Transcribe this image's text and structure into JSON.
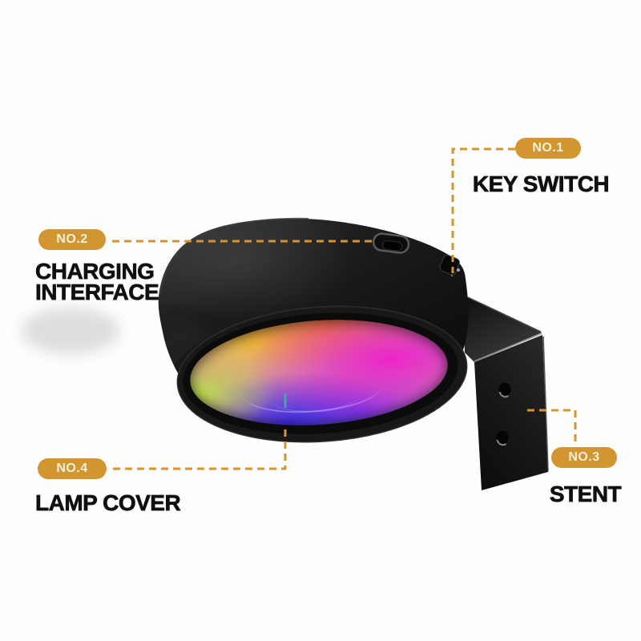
{
  "diagram": {
    "description": "Round black rechargeable RGB lamp with color lamp cover, mounted on an L-shaped wall bracket, with four numbered part callouts",
    "background": "#fefefe"
  },
  "colors": {
    "accent": "#d2952f",
    "badge_text": "#f8f1de",
    "label_text": "#101010",
    "lamp_body": "#151515",
    "cover_tip_dash": "#4fa0b2",
    "cover_gradient": [
      "#f27a2c",
      "#f5d238",
      "#bee346",
      "#ee20cc",
      "#3829e6",
      "#8a35ef"
    ]
  },
  "callouts": [
    {
      "id": "no1",
      "badge": "NO.1",
      "label": "KEY SWITCH"
    },
    {
      "id": "no2",
      "badge": "NO.2",
      "label": "CHARGING INTERFACE"
    },
    {
      "id": "no3",
      "badge": "NO.3",
      "label": "STENT"
    },
    {
      "id": "no4",
      "badge": "NO.4",
      "label": "LAMP COVER"
    }
  ]
}
